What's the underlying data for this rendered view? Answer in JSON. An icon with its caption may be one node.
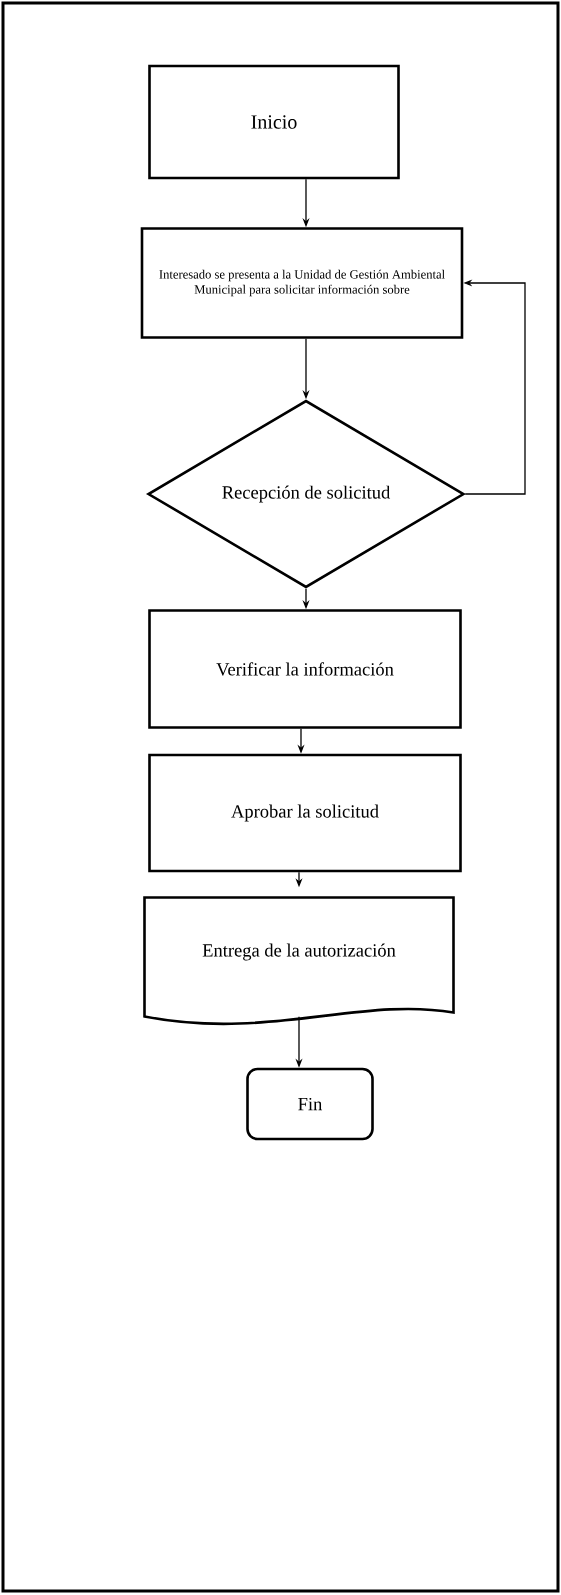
{
  "diagram": {
    "nodes": [
      {
        "text": [
          "Inicio"
        ]
      },
      {
        "text": [
          "Interesado se presenta a la Unidad de Gestión Ambiental Municipal para solicitar información sobre"
        ]
      },
      {
        "text": [
          "Recepción de solicitud"
        ]
      },
      {
        "text": [
          "Verificar la información"
        ]
      },
      {
        "text": [
          "Aprobar la solicitud"
        ]
      },
      {
        "text": [
          "Entrega de la autorización"
        ]
      },
      {
        "text": [
          "Fin"
        ]
      }
    ],
    "edges": [
      {
        "from": 0,
        "to": 1,
        "arrow": "to"
      },
      {
        "from": 1,
        "to": 2,
        "arrow": "to"
      },
      {
        "from": 2,
        "to": 1,
        "arrow": "to"
      },
      {
        "from": 2,
        "to": 3,
        "arrow": "to"
      },
      {
        "from": 3,
        "to": 4,
        "arrow": "to"
      },
      {
        "from": 4,
        "to": 5,
        "arrow": "to"
      },
      {
        "from": 5,
        "to": 6,
        "arrow": "to"
      }
    ]
  }
}
